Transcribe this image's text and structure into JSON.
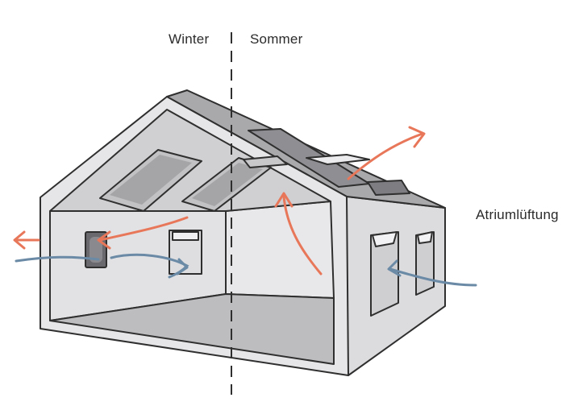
{
  "labels": {
    "winter": "Winter",
    "summer": "Sommer",
    "atrium_ventilation": "Atriumlüftung"
  },
  "colors": {
    "warm_air": "#e8775a",
    "cool_air": "#6a8aa6",
    "wall_light": "#e4e4e6",
    "wall_mid": "#d4d4d6",
    "floor": "#bdbdc0",
    "roof": "#a9a9ac",
    "outline": "#2f2f2f"
  },
  "icons": {
    "warm_arrow": "warm-air-arrow-icon",
    "cool_arrow": "cool-air-arrow-icon"
  }
}
